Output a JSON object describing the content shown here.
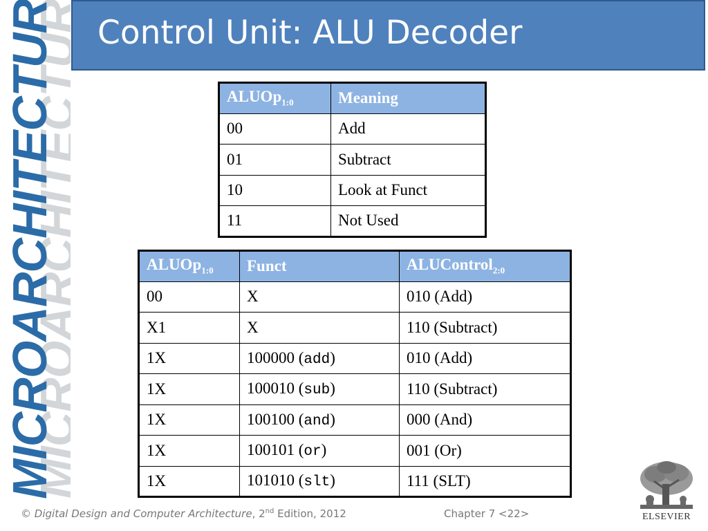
{
  "sidebar": {
    "brand_word": "MICROARCHITECTURE"
  },
  "header": {
    "title": "Control Unit: ALU Decoder"
  },
  "aluop_table": {
    "headers": [
      {
        "main": "ALUOp",
        "sub": "1:0"
      },
      {
        "main": "Meaning"
      }
    ],
    "rows": [
      [
        "00",
        "Add"
      ],
      [
        "01",
        "Subtract"
      ],
      [
        "10",
        "Look at Funct"
      ],
      [
        "11",
        "Not Used"
      ]
    ]
  },
  "decoder_table": {
    "headers": [
      {
        "main": "ALUOp",
        "sub": "1:0"
      },
      {
        "main": "Funct"
      },
      {
        "main": "ALUControl",
        "sub": "2:0"
      }
    ],
    "rows": [
      {
        "aluop": "00",
        "funct_code": "X",
        "funct_mnemonic": "",
        "alucontrol": "010 (Add)"
      },
      {
        "aluop": "X1",
        "funct_code": "X",
        "funct_mnemonic": "",
        "alucontrol": "110 (Subtract)"
      },
      {
        "aluop": "1X",
        "funct_code": "100000",
        "funct_mnemonic": "add",
        "alucontrol": "010 (Add)"
      },
      {
        "aluop": "1X",
        "funct_code": "100010",
        "funct_mnemonic": "sub",
        "alucontrol": "110 (Subtract)"
      },
      {
        "aluop": "1X",
        "funct_code": "100100",
        "funct_mnemonic": "and",
        "alucontrol": "000 (And)"
      },
      {
        "aluop": "1X",
        "funct_code": "100101",
        "funct_mnemonic": "or",
        "alucontrol": "001 (Or)"
      },
      {
        "aluop": "1X",
        "funct_code": "101010",
        "funct_mnemonic": "slt",
        "alucontrol": "111 (SLT)"
      }
    ]
  },
  "footer": {
    "copyright": "©",
    "book_title": "Digital Design and Computer Architecture",
    "edition_num": ", 2",
    "edition_sup": "nd",
    "edition_rest": " Edition, 2012",
    "chapter": "Chapter 7 <22>"
  },
  "logo": {
    "publisher": "ELSEVIER",
    "icon": "elsevier-tree-icon"
  },
  "colors": {
    "title_bar": "#4f81bd",
    "table_header": "#8db3e2",
    "side_word": "#2b6ca8"
  }
}
